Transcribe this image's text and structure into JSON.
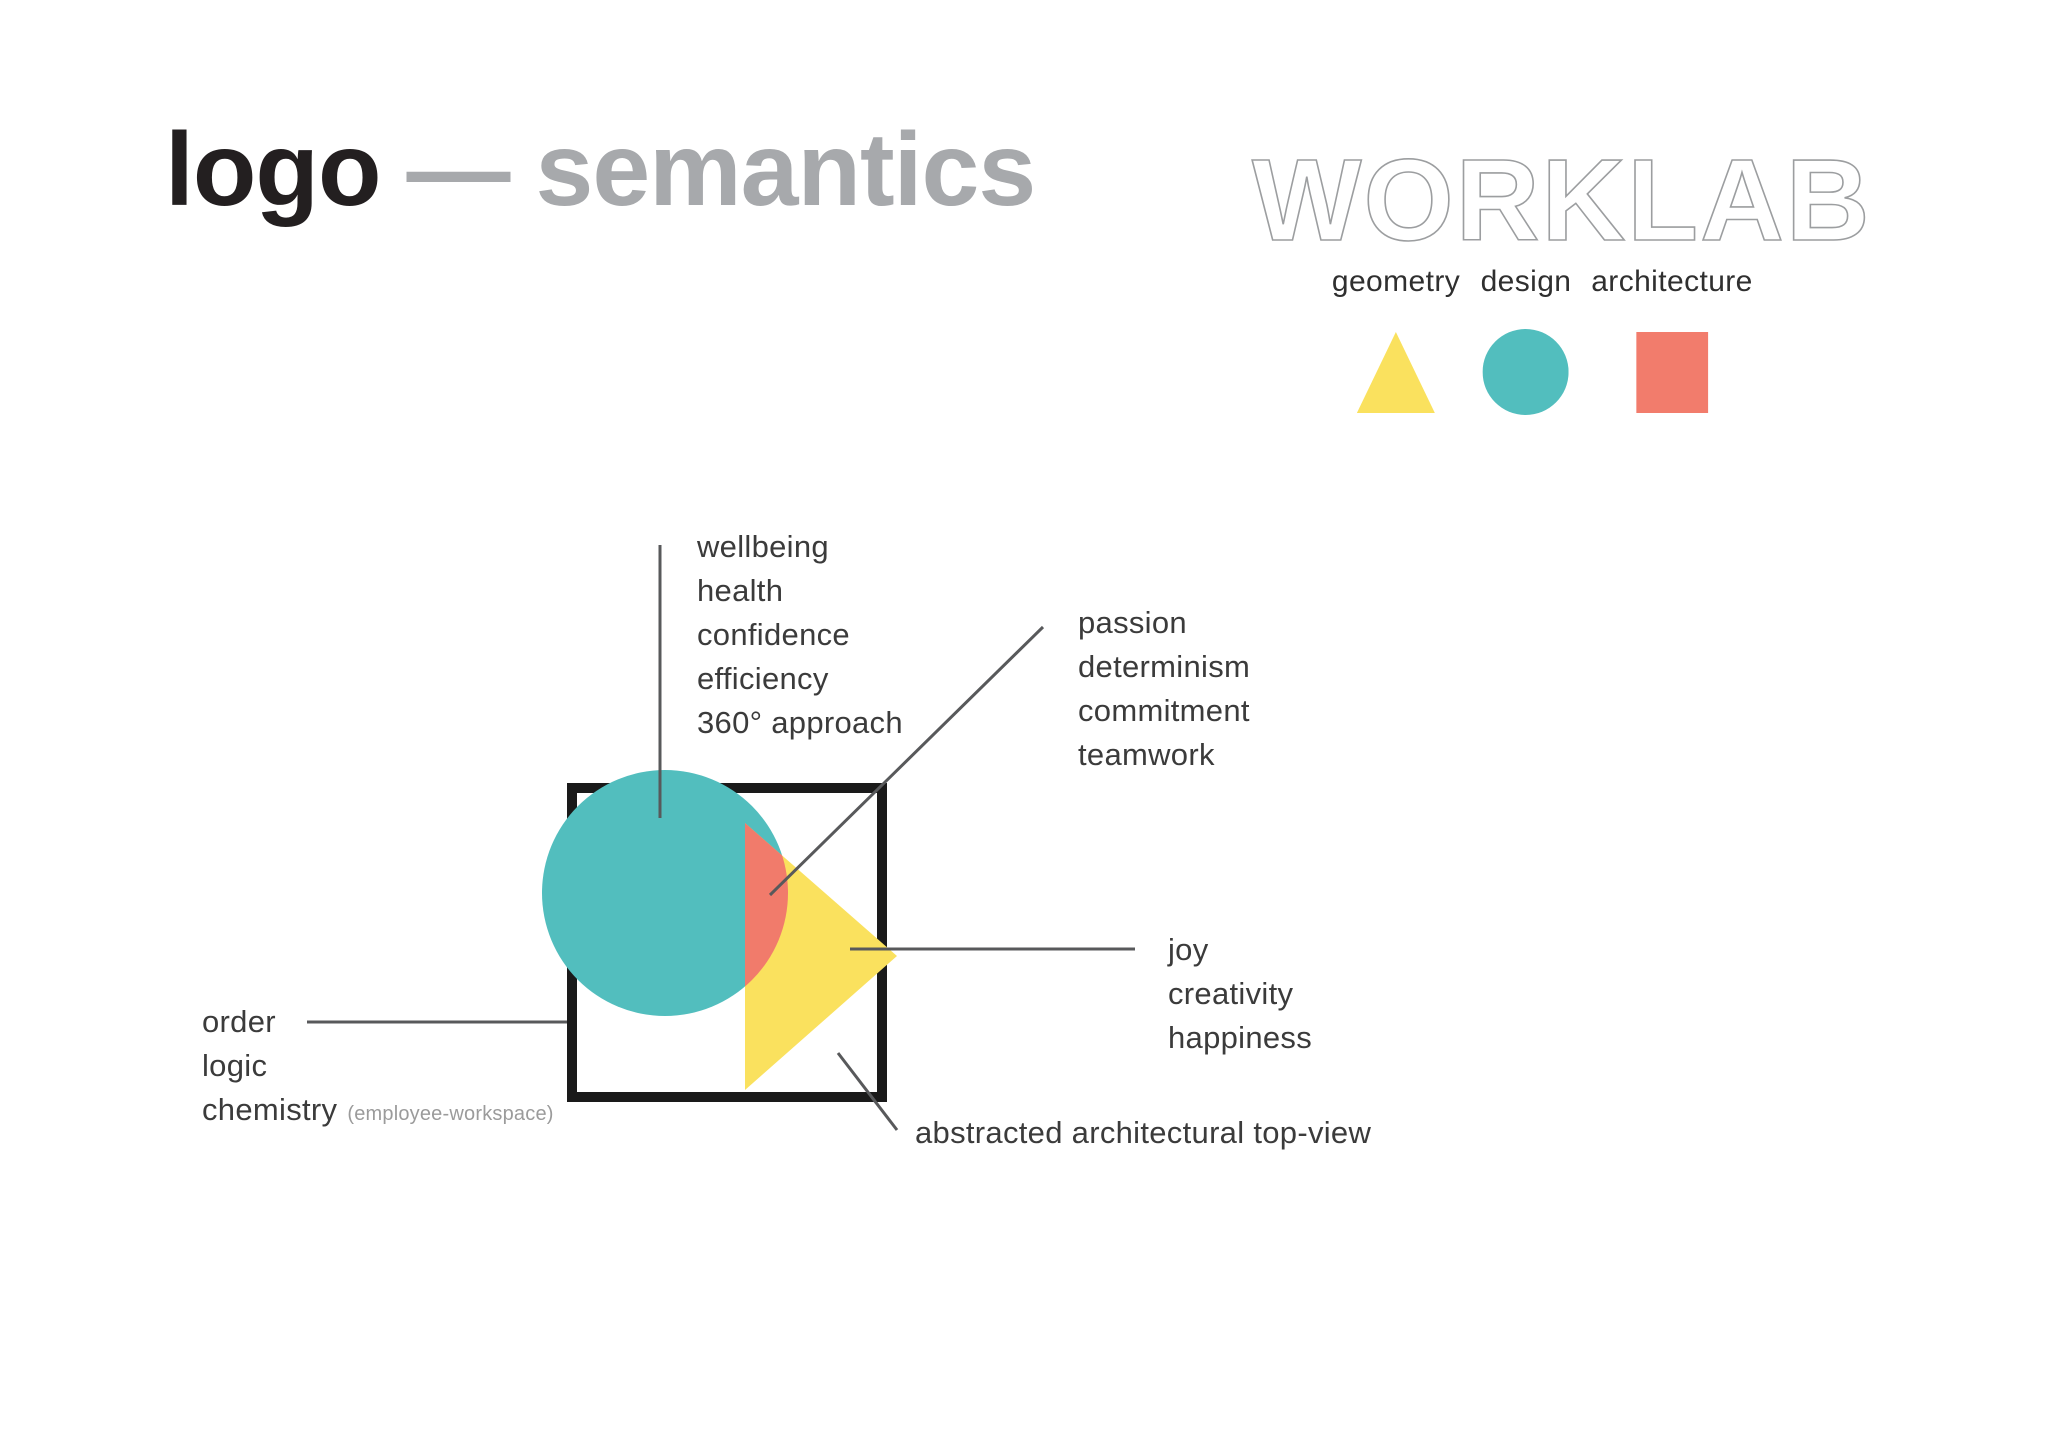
{
  "title": {
    "primary": "logo",
    "separator": "—",
    "secondary": "semantics"
  },
  "wordmark": "WORKLAB",
  "legend": {
    "items": [
      {
        "label": "geometry",
        "shape": "triangle",
        "color": "#FAE15E"
      },
      {
        "label": "design",
        "shape": "circle",
        "color": "#52BEBE"
      },
      {
        "label": "architecture",
        "shape": "square",
        "color": "#F27C6C"
      }
    ]
  },
  "notes": {
    "circle": {
      "lines": [
        "wellbeing",
        "health",
        "confidence",
        "efficiency",
        "360° approach"
      ]
    },
    "overlap": {
      "lines": [
        "passion",
        "determinism",
        "commitment",
        "teamwork"
      ]
    },
    "triangle": {
      "lines": [
        "joy",
        "creativity",
        "happiness"
      ]
    },
    "square": {
      "lines": [
        "order",
        "logic",
        "chemistry"
      ],
      "note": "(employee-workspace)"
    },
    "square_description": "abstracted architectural top-view"
  },
  "colors": {
    "teal": "#52BEBE",
    "yellow": "#FAE15E",
    "salmon": "#F17B6B",
    "outline_black": "#1A1A1A",
    "line_gray": "#58595B",
    "title_black": "#231F20",
    "title_gray": "#A7A9AC",
    "text_dark": "#3B3B3B",
    "muted_gray": "#9B9B9B",
    "wordmark_outline": "#9C9EA0"
  }
}
